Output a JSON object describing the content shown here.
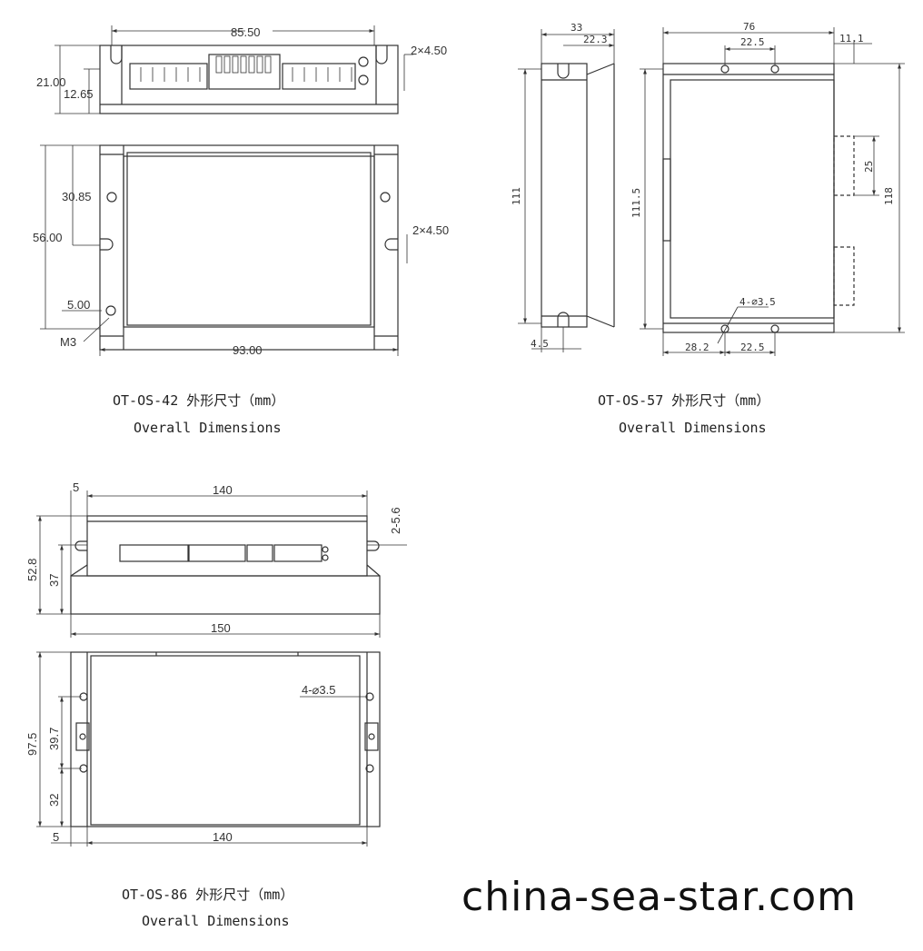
{
  "diagrams": {
    "os42": {
      "top_width": "85.50",
      "slot_top": "2×4.50",
      "height_total": "21.00",
      "height_inner": "12.65",
      "front_height": "56.00",
      "hole_spacing": "30.85",
      "slot_side": "2×4.50",
      "hole_offset": "5.00",
      "screw": "M3",
      "front_width": "93.00",
      "caption_model": "OT-OS-42 外形尺寸（mm）",
      "caption_label": "Overall Dimensions"
    },
    "os57": {
      "side_depth": "33",
      "side_inner": "22.3",
      "side_height": "111",
      "side_offset": "4.5",
      "front_width": "76",
      "hole_spacing_top": "22.5",
      "right_offset": "11.1",
      "front_inner_height": "111.5",
      "connector_height": "25",
      "front_height": "118",
      "holes": "4-⌀3.5",
      "bottom_offset": "28.2",
      "hole_spacing_bottom": "22.5",
      "caption_model": "OT-OS-57 外形尺寸（mm）",
      "caption_label": "Overall Dimensions"
    },
    "os86": {
      "flange_offset": "5",
      "top_width": "140",
      "slots": "2-5.6",
      "height_total": "52.8",
      "height_body": "37",
      "base_width": "150",
      "holes": "4-⌀3.5",
      "front_height": "97.5",
      "hole_spacing": "39.7",
      "hole_offset": "32",
      "bottom_offset": "5",
      "bottom_width": "140",
      "caption_model": "OT-OS-86 外形尺寸（mm）",
      "caption_label": "Overall Dimensions"
    }
  },
  "watermark": "china-sea-star.com"
}
